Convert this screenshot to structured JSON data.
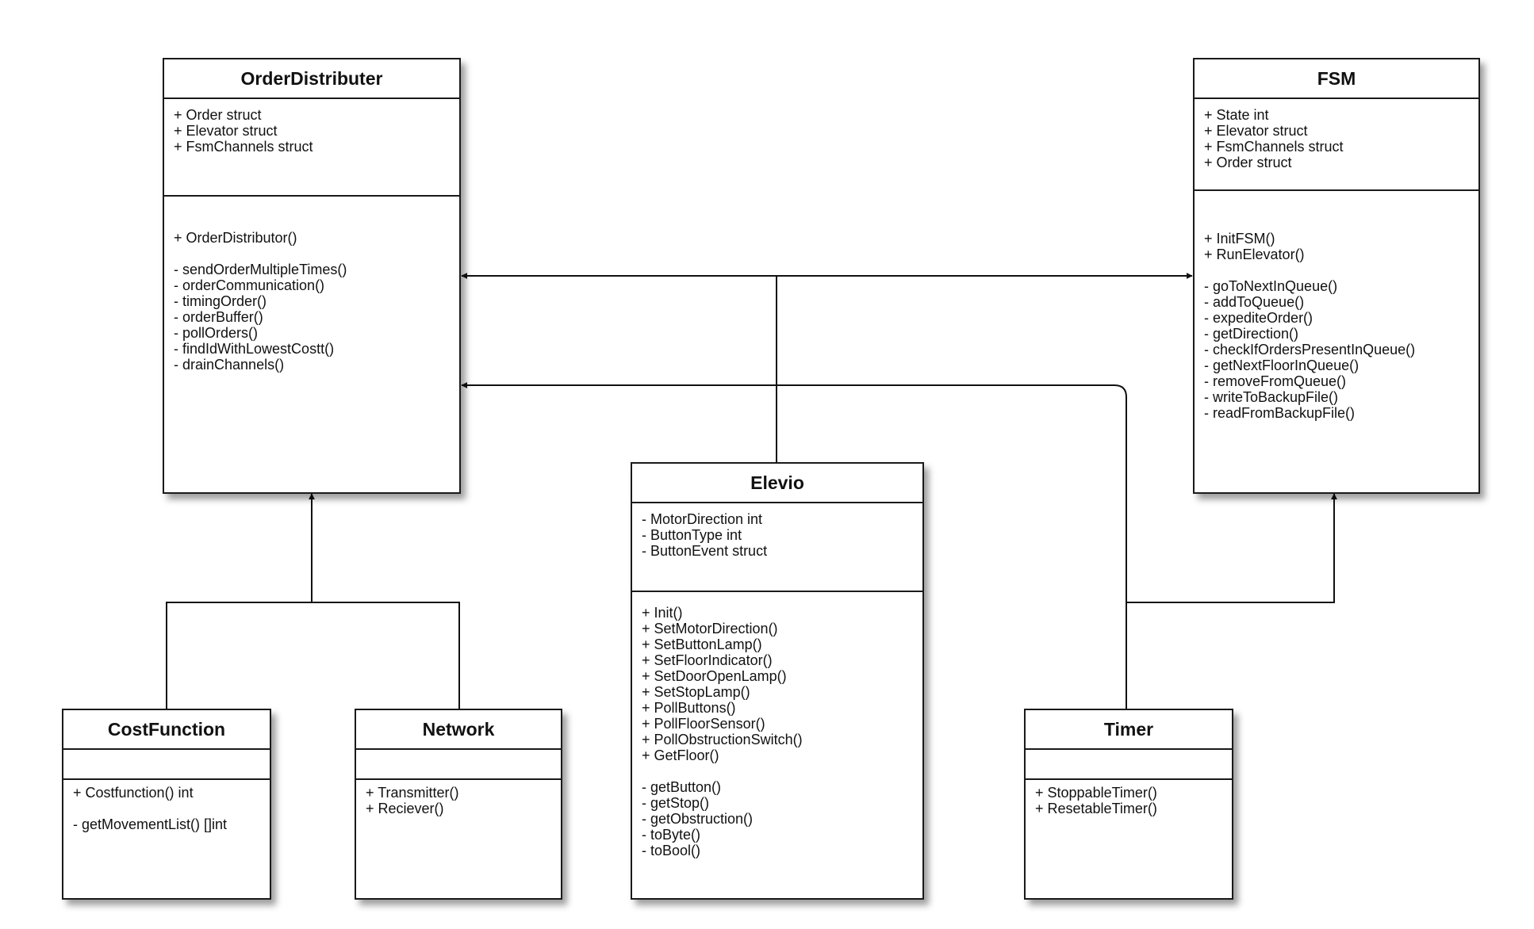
{
  "classes": {
    "order_distributer": {
      "name": "OrderDistributer",
      "attributes": [
        "+ Order struct",
        "+ Elevator struct",
        "+ FsmChannels struct"
      ],
      "methods": [
        [
          "+ OrderDistributor()"
        ],
        [
          "- sendOrderMultipleTimes()",
          "- orderCommunication()",
          "- timingOrder()",
          "- orderBuffer()",
          "- pollOrders()",
          "- findIdWithLowestCostt()",
          "- drainChannels()"
        ]
      ]
    },
    "fsm": {
      "name": "FSM",
      "attributes": [
        "+ State int",
        "+ Elevator struct",
        "+ FsmChannels struct",
        "+ Order struct"
      ],
      "methods": [
        [
          "+ InitFSM()",
          "+ RunElevator()"
        ],
        [
          "- goToNextInQueue()",
          "- addToQueue()",
          "- expediteOrder()",
          "- getDirection()",
          "- checkIfOrdersPresentInQueue()",
          "- getNextFloorInQueue()",
          "- removeFromQueue()",
          "- writeToBackupFile()",
          "- readFromBackupFile()"
        ]
      ]
    },
    "elevio": {
      "name": "Elevio",
      "attributes": [
        "- MotorDirection int",
        "- ButtonType int",
        "- ButtonEvent struct"
      ],
      "methods": [
        [
          "+ Init()",
          "+ SetMotorDirection()",
          "+ SetButtonLamp()",
          "+ SetFloorIndicator()",
          "+ SetDoorOpenLamp()",
          "+ SetStopLamp()",
          "+ PollButtons()",
          "+ PollFloorSensor()",
          "+ PollObstructionSwitch()",
          "+ GetFloor()"
        ],
        [
          "- getButton()",
          "- getStop()",
          "- getObstruction()",
          "- toByte()",
          "- toBool()"
        ]
      ]
    },
    "cost_function": {
      "name": "CostFunction",
      "attributes": [],
      "methods": [
        [
          "+ Costfunction() int"
        ],
        [
          "- getMovementList() []int"
        ]
      ]
    },
    "network": {
      "name": "Network",
      "attributes": [],
      "methods": [
        [
          "+ Transmitter()",
          "+ Reciever()"
        ]
      ]
    },
    "timer": {
      "name": "Timer",
      "attributes": [],
      "methods": [
        [
          "+ StoppableTimer()",
          "+ ResetableTimer()"
        ]
      ]
    }
  }
}
